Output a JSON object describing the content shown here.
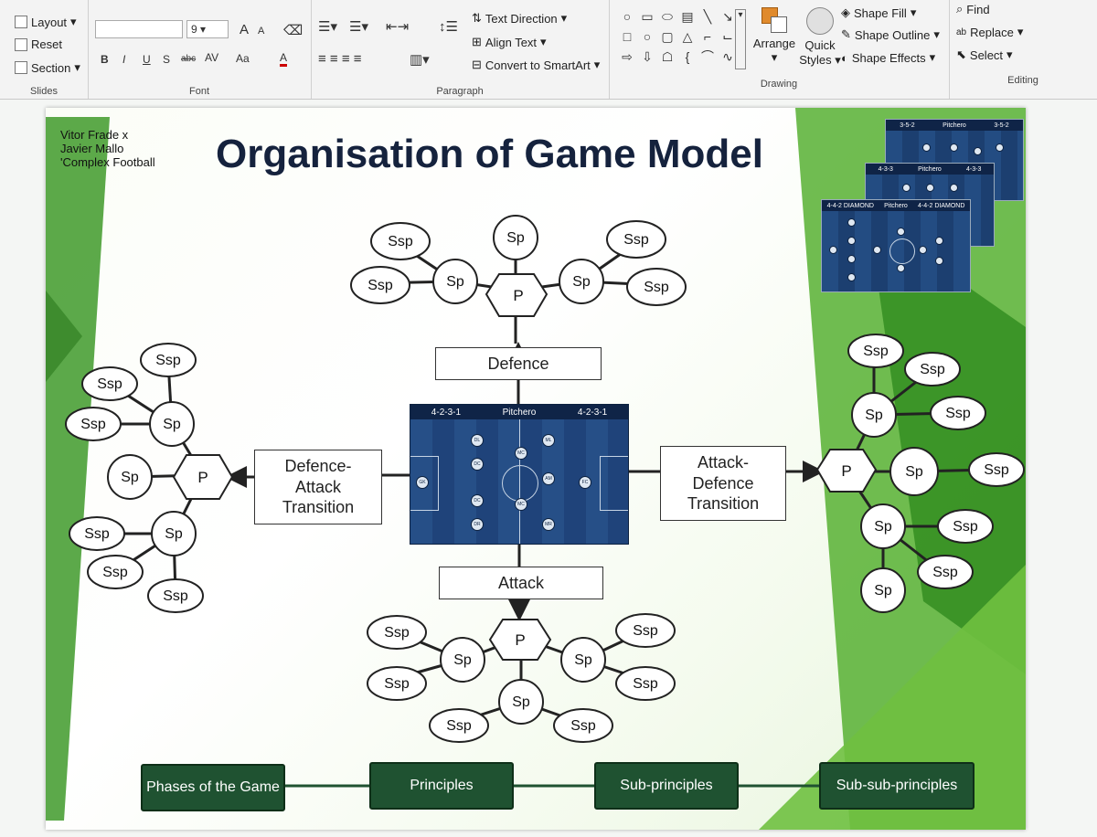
{
  "ribbon": {
    "slides": {
      "layout": "Layout",
      "reset": "Reset",
      "section": "Section",
      "label": "Slides"
    },
    "font": {
      "size": "9",
      "label": "Font",
      "bold": "B",
      "italic": "I",
      "underline": "U",
      "shadow": "S",
      "strike": "abc",
      "spacing": "AV",
      "case": "Aa",
      "grow": "A",
      "shrink": "A",
      "color": "A"
    },
    "paragraph": {
      "label": "Paragraph",
      "text_direction": "Text Direction",
      "align_text": "Align Text",
      "convert_smartart": "Convert to SmartArt"
    },
    "drawing": {
      "label": "Drawing",
      "arrange": "Arrange",
      "quick_styles": "Quick Styles",
      "shape_fill": "Shape Fill",
      "shape_outline": "Shape Outline",
      "shape_effects": "Shape Effects"
    },
    "editing": {
      "label": "Editing",
      "find": "Find",
      "replace": "Replace",
      "select": "Select"
    }
  },
  "slide": {
    "credit": [
      "Vitor Frade x",
      "Javier Mallo",
      "'Complex Football"
    ],
    "title": "Organisation of Game Model",
    "tiles": [
      {
        "left": "3-5-2",
        "mid": "Pitchero",
        "right": "3-5-2"
      },
      {
        "left": "4-3-3",
        "mid": "Pitchero",
        "right": "4-3-3"
      },
      {
        "left": "4-4-2 DIAMOND",
        "mid": "Pitchero",
        "right": "4-4-2 DIAMOND"
      }
    ],
    "pitch": {
      "left": "4-2-3-1",
      "mid": "Pitchero",
      "right": "4-2-3-1",
      "players": [
        "GK",
        "DL",
        "DC",
        "DC",
        "DR",
        "MC",
        "MC",
        "ML",
        "AM",
        "MR",
        "FC"
      ]
    },
    "phases": {
      "defence": "Defence",
      "attack": "Attack",
      "def_att": "Defence-\nAttack\nTransition",
      "att_def": "Attack-\nDefence\nTransition"
    },
    "labels": {
      "p": "P",
      "sp": "Sp",
      "ssp": "Ssp"
    },
    "legend": [
      "Phases of the Game",
      "Principles",
      "Sub-principles",
      "Sub-sub-principles"
    ]
  },
  "colors": {
    "slide_green": "#3f9a2a",
    "legend_bg": "#1f5231",
    "title": "#15223d",
    "pitch": "#1c3f70"
  }
}
